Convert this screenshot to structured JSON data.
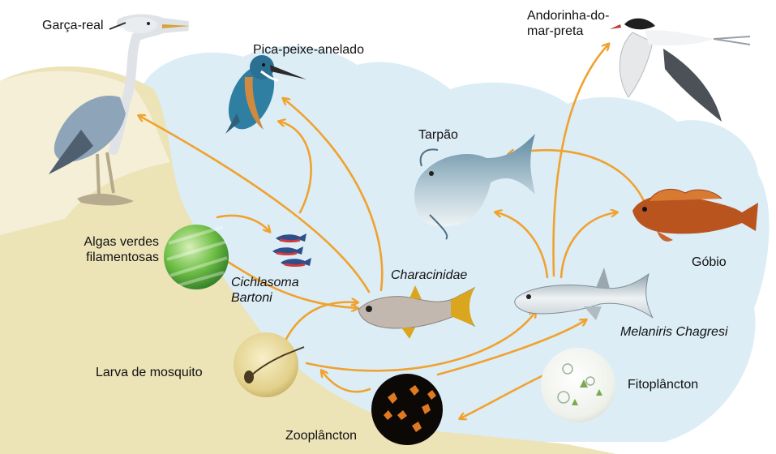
{
  "labels": {
    "garca_real": "Garça-real",
    "pica_peixe": "Pica-peixe-anelado",
    "andorinha": "Andorinha-do-\nmar-preta",
    "tarpao": "Tarpão",
    "algas": "Algas verdes\nfilamentosas",
    "cichlasoma": "Cichlasoma\nBartoni",
    "characinidae": "Characinidae",
    "gobio": "Góbio",
    "melaniris": "Melaniris Chagresi",
    "larva": "Larva de mosquito",
    "fitoplancton": "Fitoplâncton",
    "zooplancton": "Zooplâncton"
  },
  "colors": {
    "arrow": "#f0a22e",
    "water": "#dcedf6",
    "land": "#ece3b7",
    "land_light": "#f4efd6"
  },
  "icons": {
    "garca_real": "heron-icon",
    "pica_peixe": "kingfisher-icon",
    "andorinha": "tern-icon",
    "tarpao": "tarpon-icon",
    "algas": "green-algae-icon",
    "cichlasoma": "small-fish-icon",
    "characinidae": "characin-fish-icon",
    "gobio": "goby-fish-icon",
    "melaniris": "silverside-fish-icon",
    "larva": "mosquito-larva-icon",
    "fitoplancton": "phytoplankton-icon",
    "zooplancton": "zooplankton-icon"
  }
}
